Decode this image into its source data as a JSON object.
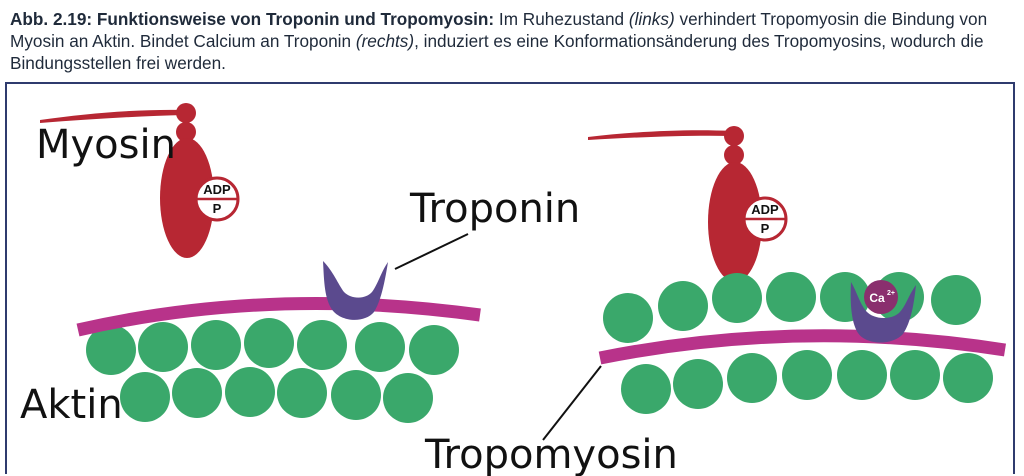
{
  "caption": {
    "label": "Abb. 2.19:",
    "title": "Funktionsweise von Troponin und Tropomyosin:",
    "t1": " Im Ruhezustand ",
    "i1": "(links)",
    "t2": " verhindert Tropomyosin die Bindung von Myosin an Aktin. Bindet Calcium an Troponin ",
    "i2": "(rechts)",
    "t3": ", induziert es eine Konformationsänderung des Tropomyosins, wodurch die Bindungsstellen frei werden."
  },
  "labels": {
    "myosin": "Myosin",
    "troponin": "Troponin",
    "aktin": "Aktin",
    "tropomyosin": "Tropomyosin",
    "adp": "ADP",
    "p": "P",
    "ca": "Ca",
    "ca_charge": "2+"
  },
  "colors": {
    "myosin": "#b72733",
    "actin": "#3aa86b",
    "tropomyosin": "#b8338a",
    "troponin": "#5b4a8e",
    "calcium": "#8a2f6e",
    "frame": "#2f3b6e"
  }
}
